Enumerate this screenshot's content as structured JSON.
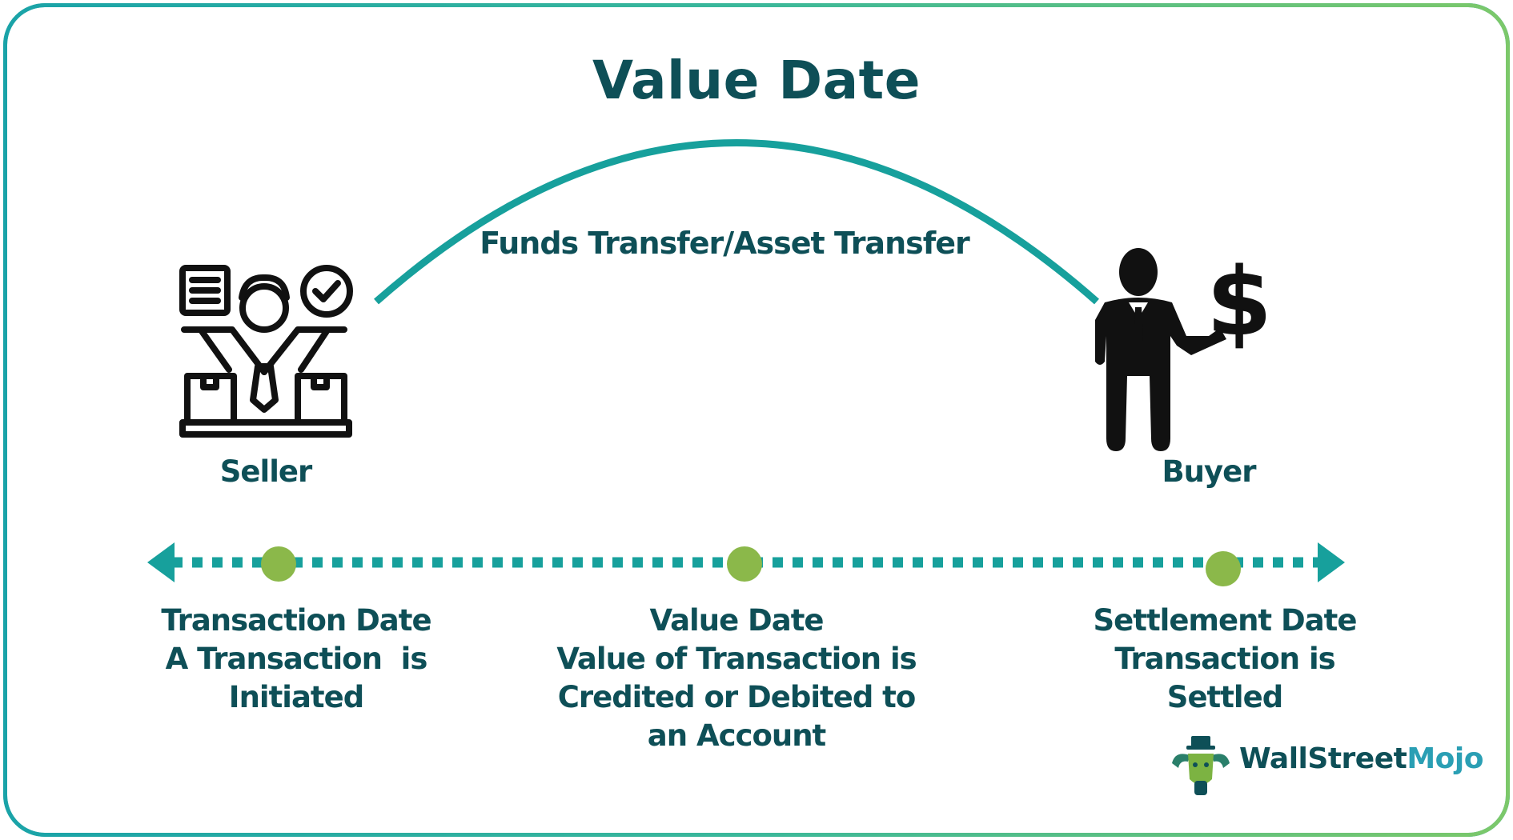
{
  "title": "Value Date",
  "arc_label": "Funds Transfer/Asset Transfer",
  "parties": {
    "seller": "Seller",
    "buyer": "Buyer"
  },
  "stages": [
    {
      "lines": [
        "Transaction Date",
        "A Transaction  is",
        "Initiated"
      ]
    },
    {
      "lines": [
        "Value Date",
        "Value of Transaction is",
        "Credited or Debited to",
        "an Account"
      ]
    },
    {
      "lines": [
        "Settlement Date",
        "Transaction is",
        "Settled"
      ]
    }
  ],
  "logo": {
    "part1": "WallStreet",
    "part2": "Mojo"
  },
  "icons": {
    "seller": "seller-with-documents-icon",
    "buyer": "buyer-businessman-dollar-icon",
    "logo": "bull-mascot-icon"
  },
  "colors": {
    "title": "#0e4f57",
    "arc": "#17a09c",
    "timeline": "#17a09c",
    "milestone": "#8bb84a",
    "logo_accent": "#2a9fb4"
  }
}
